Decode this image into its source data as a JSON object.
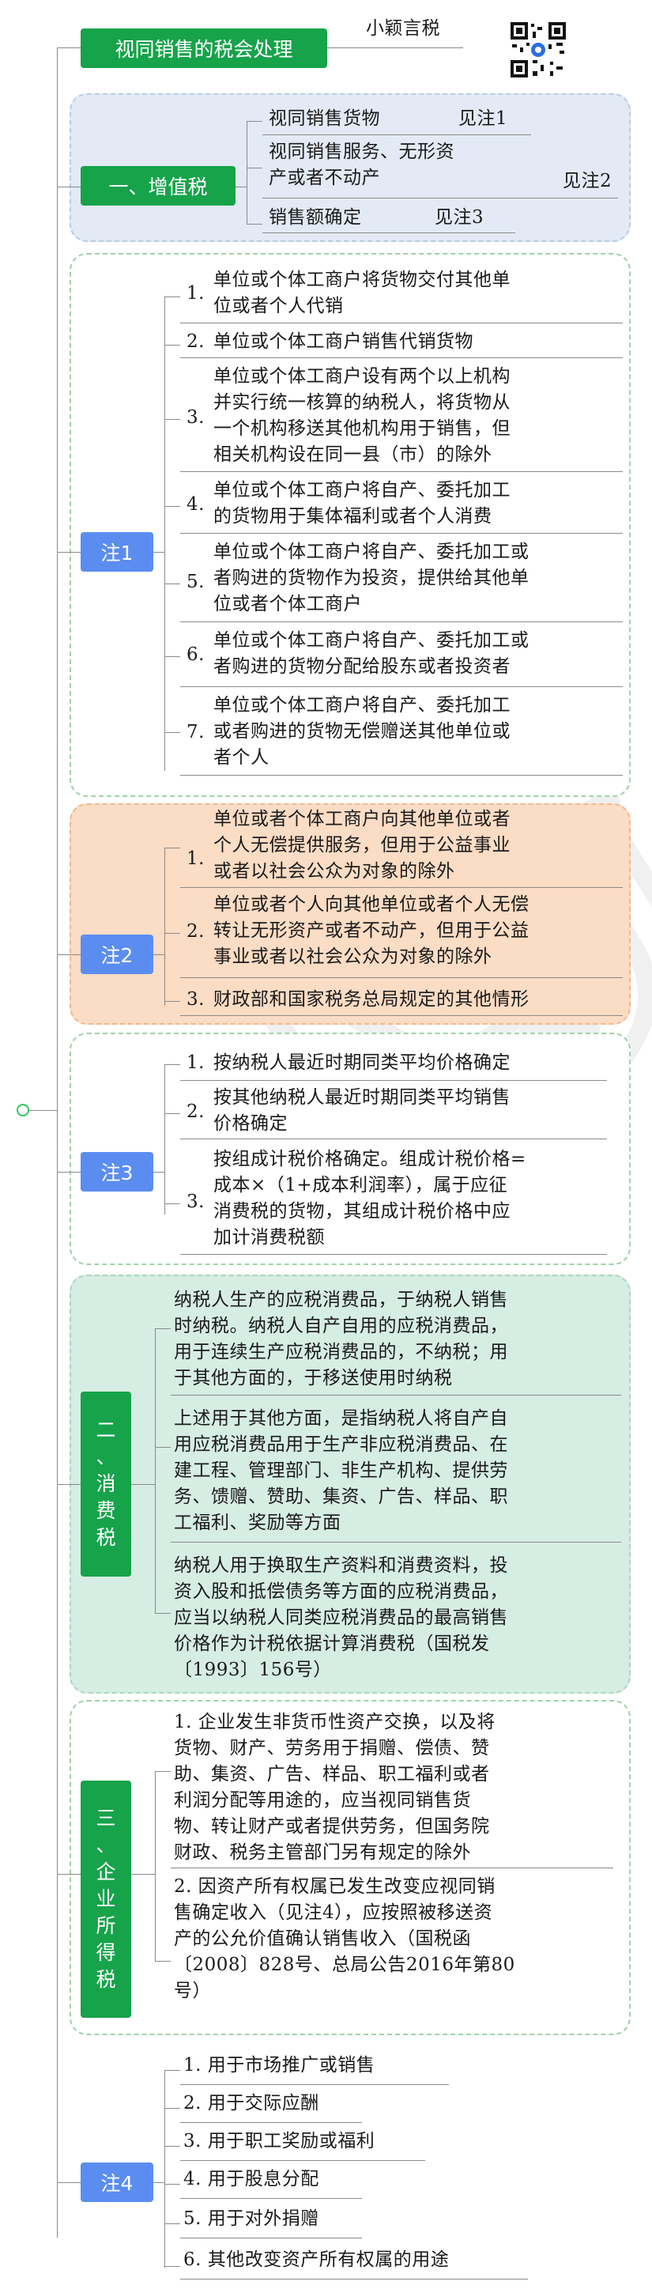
{
  "header": {
    "title": "视同销售的税会处理",
    "author": "小颖言税"
  },
  "section1": {
    "badge": "一、增值税",
    "items": [
      {
        "label": "视同销售货物",
        "note": "见注1"
      },
      {
        "label": "视同销售服务、无形资\n产或者不动产",
        "note": "见注2"
      },
      {
        "label": "销售额确定",
        "note": "见注3"
      }
    ]
  },
  "note1": {
    "badge": "注1",
    "items": [
      {
        "num": "1.",
        "text": "单位或个体工商户将货物交付其他单\n位或者个人代销"
      },
      {
        "num": "2.",
        "text": "单位或个体工商户销售代销货物"
      },
      {
        "num": "3.",
        "text": "单位或个体工商户设有两个以上机构\n并实行统一核算的纳税人，将货物从\n一个机构移送其他机构用于销售，但\n相关机构设在同一县（市）的除外"
      },
      {
        "num": "4.",
        "text": "单位或个体工商户将自产、委托加工\n的货物用于集体福利或者个人消费"
      },
      {
        "num": "5.",
        "text": "单位或个体工商户将自产、委托加工或\n者购进的货物作为投资，提供给其他单\n位或者个体工商户"
      },
      {
        "num": "6.",
        "text": "单位或个体工商户将自产、委托加工或\n者购进的货物分配给股东或者投资者"
      },
      {
        "num": "7.",
        "text": "单位或个体工商户将自产、委托加工\n或者购进的货物无偿赠送其他单位或\n者个人"
      }
    ]
  },
  "note2": {
    "badge": "注2",
    "items": [
      {
        "num": "1.",
        "text": "单位或者个体工商户向其他单位或者\n个人无偿提供服务，但用于公益事业\n或者以社会公众为对象的除外"
      },
      {
        "num": "2.",
        "text": "单位或者个人向其他单位或者个人无偿\n转让无形资产或者不动产，但用于公益\n事业或者以社会公众为对象的除外"
      },
      {
        "num": "3.",
        "text": "财政部和国家税务总局规定的其他情形"
      }
    ]
  },
  "note3": {
    "badge": "注3",
    "items": [
      {
        "num": "1.",
        "text": "按纳税人最近时期同类平均价格确定"
      },
      {
        "num": "2.",
        "text": "按其他纳税人最近时期同类平均销售\n价格确定"
      },
      {
        "num": "3.",
        "text": "按组成计税价格确定。组成计税价格=\n成本×（1+成本利润率），属于应征\n消费税的货物，其组成计税价格中应\n加计消费税额"
      }
    ]
  },
  "section2": {
    "badge": "二\n、\n消\n费\n税",
    "items": [
      "纳税人生产的应税消费品，于纳税人销售\n时纳税。纳税人自产自用的应税消费品，\n用于连续生产应税消费品的，不纳税；用\n于其他方面的，于移送使用时纳税",
      "上述用于其他方面，是指纳税人将自产自\n用应税消费品用于生产非应税消费品、在\n建工程、管理部门、非生产机构、提供劳\n务、馈赠、赞助、集资、广告、样品、职\n工福利、奖励等方面",
      "纳税人用于换取生产资料和消费资料，投\n资入股和抵偿债务等方面的应税消费品，\n应当以纳税人同类应税消费品的最高销售\n价格作为计税依据计算消费税（国税发\n〔1993〕156号）"
    ]
  },
  "section3": {
    "badge": "三\n、\n企\n业\n所\n得\n税",
    "items": [
      "1. 企业发生非货币性资产交换，以及将\n货物、财产、劳务用于捐赠、偿债、赞\n助、集资、广告、样品、职工福利或者\n利润分配等用途的，应当视同销售货\n物、转让财产或者提供劳务，但国务院\n财政、税务主管部门另有规定的除外",
      "2. 因资产所有权属已发生改变应视同销\n售确定收入（见注4），应按照被移送资\n产的公允价值确认销售收入（国税函\n〔2008〕828号、总局公告2016年第80\n号）"
    ]
  },
  "note4": {
    "badge": "注4",
    "items": [
      "1.  用于市场推广或销售",
      "2.  用于交际应酬",
      "3. 用于职工奖励或福利",
      "4. 用于股息分配",
      "5. 用于对外捐赠",
      "6. 其他改变资产所有权属的用途"
    ]
  },
  "colors": {
    "green": "#16a34a",
    "blue": "#5b8df0",
    "note2_bg": "#fbdcc4",
    "section1_bg": "#e3eaf5",
    "section2_bg": "#d6ede4"
  },
  "icons": {
    "qr": "qr-code-icon",
    "root": "root-node-icon"
  }
}
